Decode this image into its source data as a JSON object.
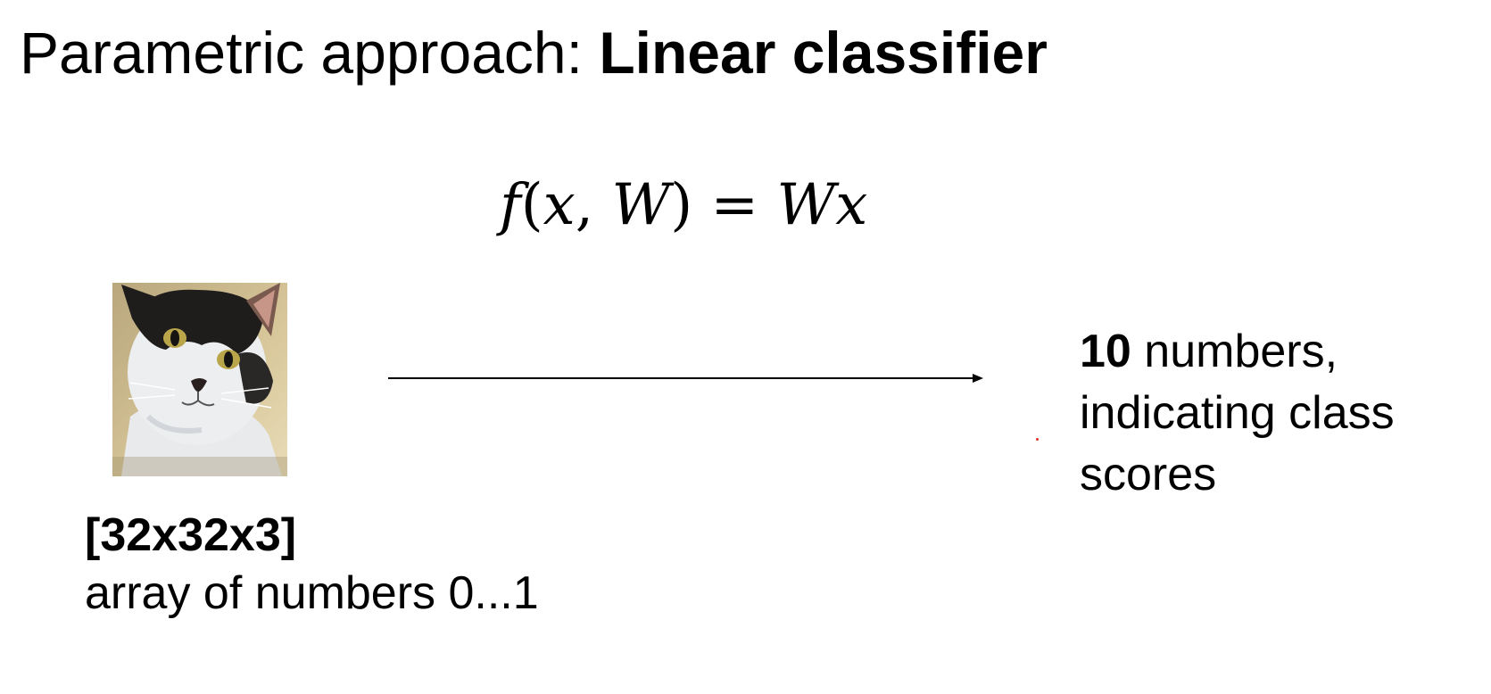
{
  "slide": {
    "title_prefix": "Parametric approach: ",
    "title_bold": "Linear classifier"
  },
  "formula": {
    "f": "f",
    "open_paren": "(",
    "x": "x",
    "comma": ", ",
    "W": "W",
    "close_paren": ")",
    "equals": " = ",
    "rhs_W": "W",
    "rhs_x": "x"
  },
  "input": {
    "image_icon": "cat-photo",
    "dims": "[32x32x3]",
    "description": "array of numbers 0...1"
  },
  "output": {
    "count": "10",
    "line1_rest": " numbers,",
    "line2": "indicating class",
    "line3": "scores"
  },
  "colors": {
    "text": "#000000",
    "background": "#ffffff",
    "stray_dot": "#e03030"
  }
}
